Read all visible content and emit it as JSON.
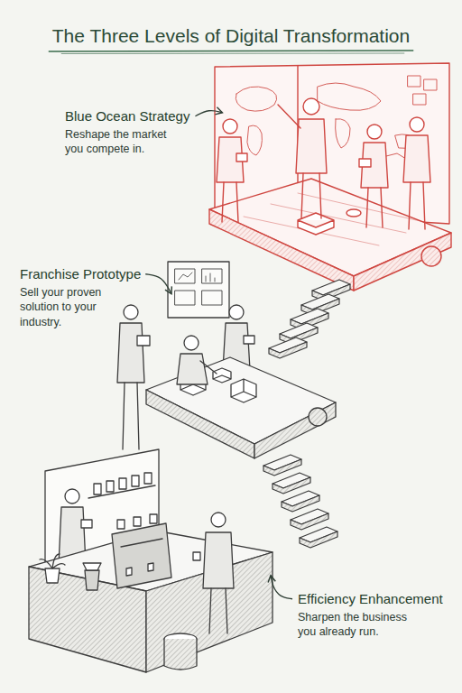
{
  "diagram": {
    "title": "The Three Levels of Digital Transformation",
    "labels": [
      "Blue Ocean Strategy",
      "Reshape the market you compete in.",
      "Franchise Prototype",
      "Sell your proven solution to your industry.",
      "Efficiency Enhancement",
      "Sharpen the business you already run."
    ]
  }
}
